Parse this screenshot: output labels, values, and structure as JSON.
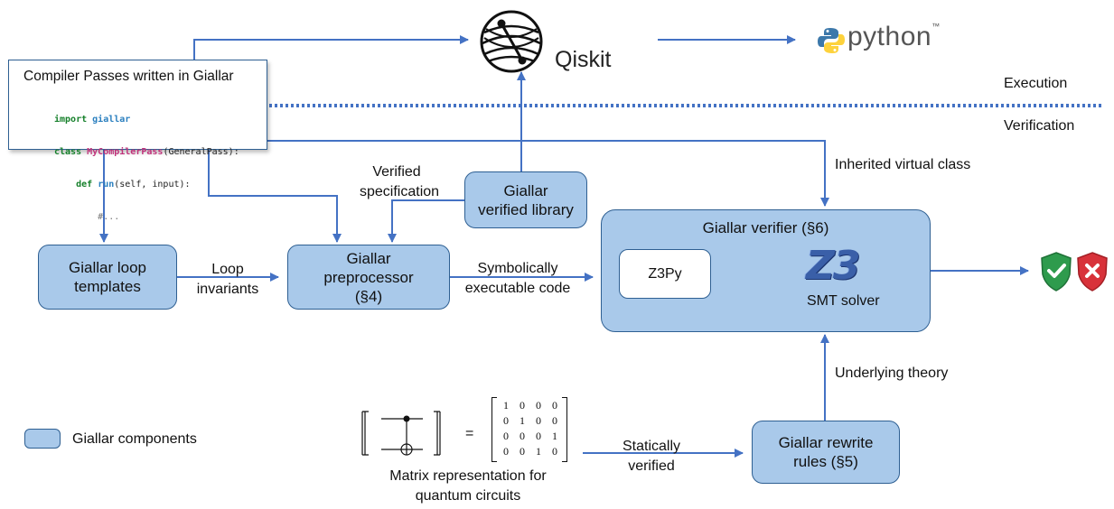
{
  "code_box": {
    "title": "Compiler Passes written in Giallar",
    "line1_kw": "import",
    "line1_mod": "giallar",
    "line2_kw": "class",
    "line2_cls": "MyCompilerPass",
    "line2_rest": "(GeneralPass):",
    "line3_kw": "def",
    "line3_fn": "run",
    "line3_rest": "(self, input):",
    "line4": "#..."
  },
  "qiskit_label": "Qiskit",
  "python_label": "python",
  "python_tm": "™",
  "execution_label": "Execution",
  "verification_label": "Verification",
  "verified_library": "Giallar verified library",
  "verified_spec": "Verified specification",
  "inherited_virtual_class": "Inherited virtual class",
  "loop_templates": "Giallar loop templates",
  "loop_invariants": "Loop invariants",
  "preprocessor": "Giallar preprocessor (§4)",
  "symbolic_code": "Symbolically executable code",
  "verifier": {
    "title": "Giallar verifier (§6)",
    "z3py": "Z3Py",
    "z3_logo": "Z3",
    "smt": "SMT solver"
  },
  "underlying_theory": "Underlying theory",
  "rewrite_rules": "Giallar rewrite rules (§5)",
  "statically_verified": "Statically verified",
  "matrix": {
    "rows": [
      [
        "1",
        "0",
        "0",
        "0"
      ],
      [
        "0",
        "1",
        "0",
        "0"
      ],
      [
        "0",
        "0",
        "0",
        "1"
      ],
      [
        "0",
        "0",
        "1",
        "0"
      ]
    ],
    "equals": "=",
    "caption": "Matrix representation for quantum circuits"
  },
  "legend_label": "Giallar components",
  "colors": {
    "component_fill": "#a9c9ea",
    "component_border": "#2e5f92",
    "arrow": "#4472c4",
    "check": "#2e9b4d",
    "cross": "#d8323a"
  }
}
